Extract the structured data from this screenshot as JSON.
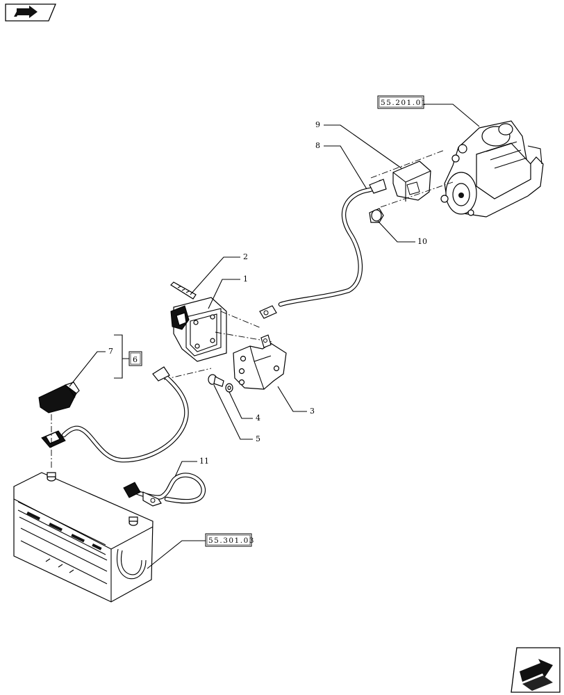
{
  "navigation": {
    "back_icon": "back-arrow-icon",
    "next_icon": "forward-arrow-icon"
  },
  "references": {
    "starter_ref": "55.201.01",
    "battery_ref": "55.301.03",
    "kit_ref": "6"
  },
  "callouts": {
    "c1": "1",
    "c2": "2",
    "c3": "3",
    "c4": "4",
    "c5": "5",
    "c7": "7",
    "c8": "8",
    "c9": "9",
    "c10": "10",
    "c11": "11"
  }
}
